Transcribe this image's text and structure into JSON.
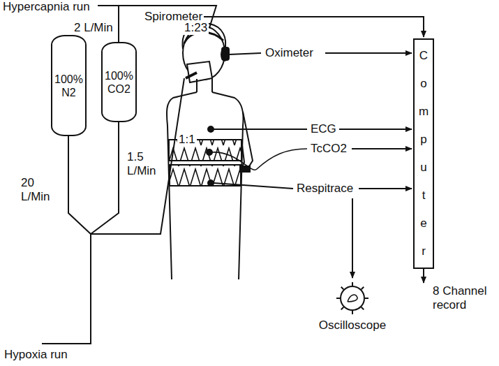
{
  "diagram": {
    "nodes": [
      {
        "text": [
          "100% N2"
        ]
      },
      {
        "text": [
          "100% CO2"
        ]
      },
      {
        "text": [
          "Computer"
        ]
      },
      {
        "text": [
          "Oscilloscope"
        ]
      }
    ],
    "labels": [
      "Hypercapnia run",
      "Spirometer",
      "1:23",
      "2 L/Min",
      "20 L/Min",
      "1.5 L/Min",
      "1:1",
      "Oximeter",
      "ECG",
      "TcCO2",
      "Respitrace",
      "8 Channel record",
      "Hypoxia run"
    ]
  }
}
